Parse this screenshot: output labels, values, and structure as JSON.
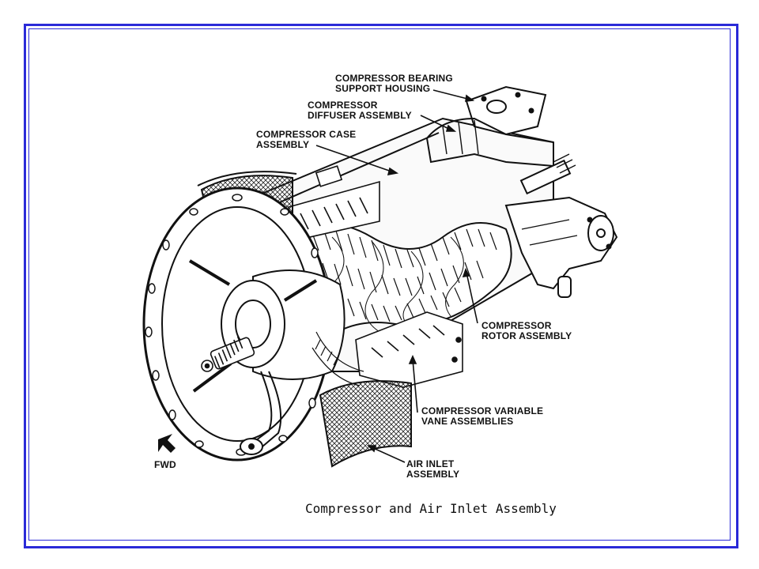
{
  "caption": "Compressor and Air Inlet Assembly",
  "direction_marker": "FWD",
  "labels": {
    "bearing_housing": [
      "COMPRESSOR BEARING",
      "SUPPORT HOUSING"
    ],
    "diffuser": [
      "COMPRESSOR",
      "DIFFUSER ASSEMBLY"
    ],
    "case": [
      "COMPRESSOR CASE",
      "ASSEMBLY"
    ],
    "rotor": [
      "COMPRESSOR",
      "ROTOR ASSEMBLY"
    ],
    "variable_vanes": [
      "COMPRESSOR VARIABLE",
      "VANE ASSEMBLIES"
    ],
    "air_inlet": [
      "AIR INLET",
      "ASSEMBLY"
    ]
  },
  "colors": {
    "frame": "#2a2ad8",
    "ink": "#111111"
  }
}
